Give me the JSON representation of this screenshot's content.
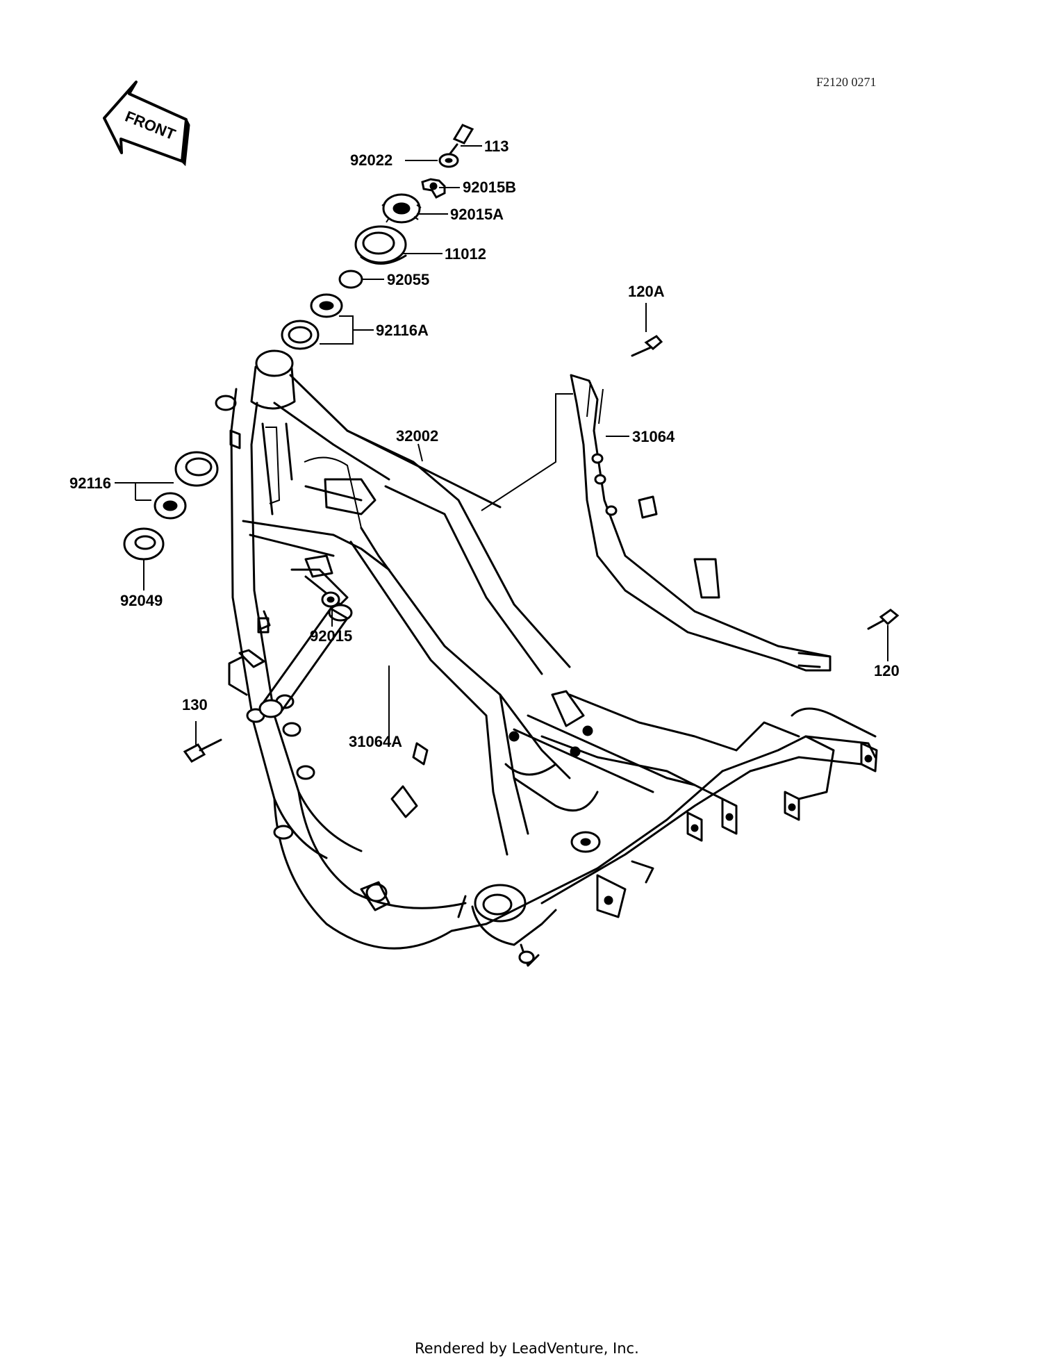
{
  "diagram": {
    "reference_code": "F2120 0271",
    "front_arrow_label": "FRONT",
    "footer": "Rendered by LeadVenture, Inc.",
    "parts": {
      "p113": "113",
      "p92022": "92022",
      "p92015B": "92015B",
      "p92015A": "92015A",
      "p11012": "11012",
      "p92055": "92055",
      "p92116A": "92116A",
      "p120A": "120A",
      "p32002": "32002",
      "p31064": "31064",
      "p92116": "92116",
      "p92049": "92049",
      "p92015": "92015",
      "p120": "120",
      "p130": "130",
      "p31064A": "31064A"
    }
  }
}
